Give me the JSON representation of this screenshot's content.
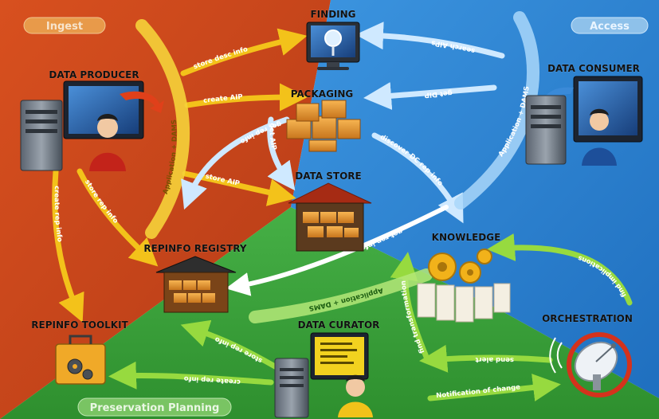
{
  "regions": {
    "ingest": {
      "label": "Ingest",
      "color": "#c8451c"
    },
    "access": {
      "label": "Access",
      "color": "#2a7fd0"
    },
    "preservation_planning": {
      "label": "Preservation Planning",
      "color": "#3aa33a"
    }
  },
  "nodes": {
    "finding": "FINDING",
    "data_producer": "DATA PRODUCER",
    "data_consumer": "DATA CONSUMER",
    "packaging": "PACKAGING",
    "data_store": "DATA STORE",
    "knowledge": "KNOWLEDGE",
    "repinfo_registry": "REPINFO REGISTRY",
    "repinfo_toolkit": "REPINFO TOOLKIT",
    "data_curator": "DATA CURATOR",
    "orchestration": "ORCHESTRATION"
  },
  "arrows": {
    "store_desc_info": "store desc info",
    "create_aip": "create AIP",
    "get_rep_info_a": "get rep info",
    "get_aip": "get AIP",
    "store_aip": "store AIP",
    "store_rep_info_a": "store rep info",
    "create_rep_info_a": "create rep info",
    "application_dams_a": "Application + DAMS",
    "search_aips": "search AIPs",
    "get_dip": "get DIP",
    "application_dams_b": "Application + DAMS",
    "discover_dc_rep_info": "discover DC rep info",
    "get_rep_info_b": "get rep info",
    "find_implications": "find implications",
    "application_dams_c": "Application + DAMS",
    "find_transformation": "find transformation",
    "store_rep_info_b": "store rep info",
    "create_rep_info_b": "create rep info",
    "send_alert": "send alert",
    "notification_of_change": "Notification of change"
  },
  "icons": {
    "finding": "magnifier-monitor-icon",
    "data_producer": "producer-workstation-icon",
    "data_consumer": "consumer-workstation-icon",
    "packaging": "boxes-icon",
    "data_store": "storehouse-icon",
    "knowledge": "gears-documents-icon",
    "repinfo_registry": "registry-shed-icon",
    "repinfo_toolkit": "toolbox-icon",
    "data_curator": "curator-workstation-icon",
    "orchestration": "satellite-dish-icon"
  },
  "colors": {
    "yellow_arrow": "#f3c21a",
    "blue_arrow": "#bfe3ff",
    "green_arrow": "#8fd63a",
    "white_arrow": "#ffffff"
  }
}
